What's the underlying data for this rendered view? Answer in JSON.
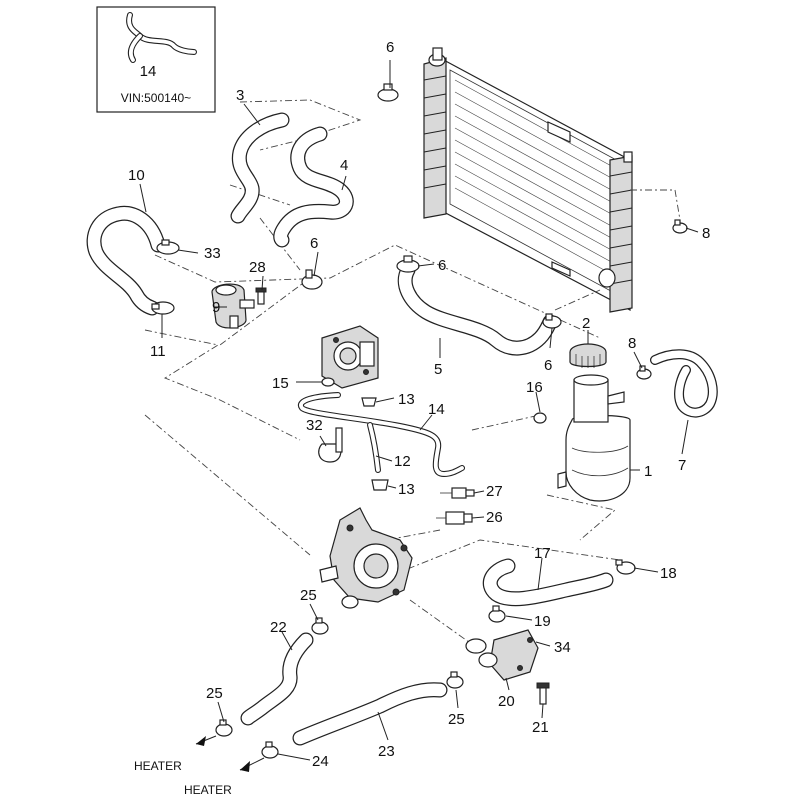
{
  "inset": {
    "part_no": "14",
    "vin_note": "VIN:500140~"
  },
  "callouts": {
    "c1": "1",
    "c2": "2",
    "c3": "3",
    "c4": "4",
    "c5": "5",
    "c6a": "6",
    "c6b": "6",
    "c6c": "6",
    "c6d": "6",
    "c7": "7",
    "c8a": "8",
    "c8b": "8",
    "c9": "9",
    "c10": "10",
    "c11": "11",
    "c12": "12",
    "c13a": "13",
    "c13b": "13",
    "c14": "14",
    "c15": "15",
    "c16": "16",
    "c17": "17",
    "c18": "18",
    "c19": "19",
    "c20": "20",
    "c21": "21",
    "c22": "22",
    "c23": "23",
    "c24": "24",
    "c25a": "25",
    "c25b": "25",
    "c25c": "25",
    "c26": "26",
    "c27": "27",
    "c28": "28",
    "c32": "32",
    "c33": "33",
    "c34": "34"
  },
  "heater_labels": {
    "upper": "HEATER",
    "lower": "HEATER"
  }
}
